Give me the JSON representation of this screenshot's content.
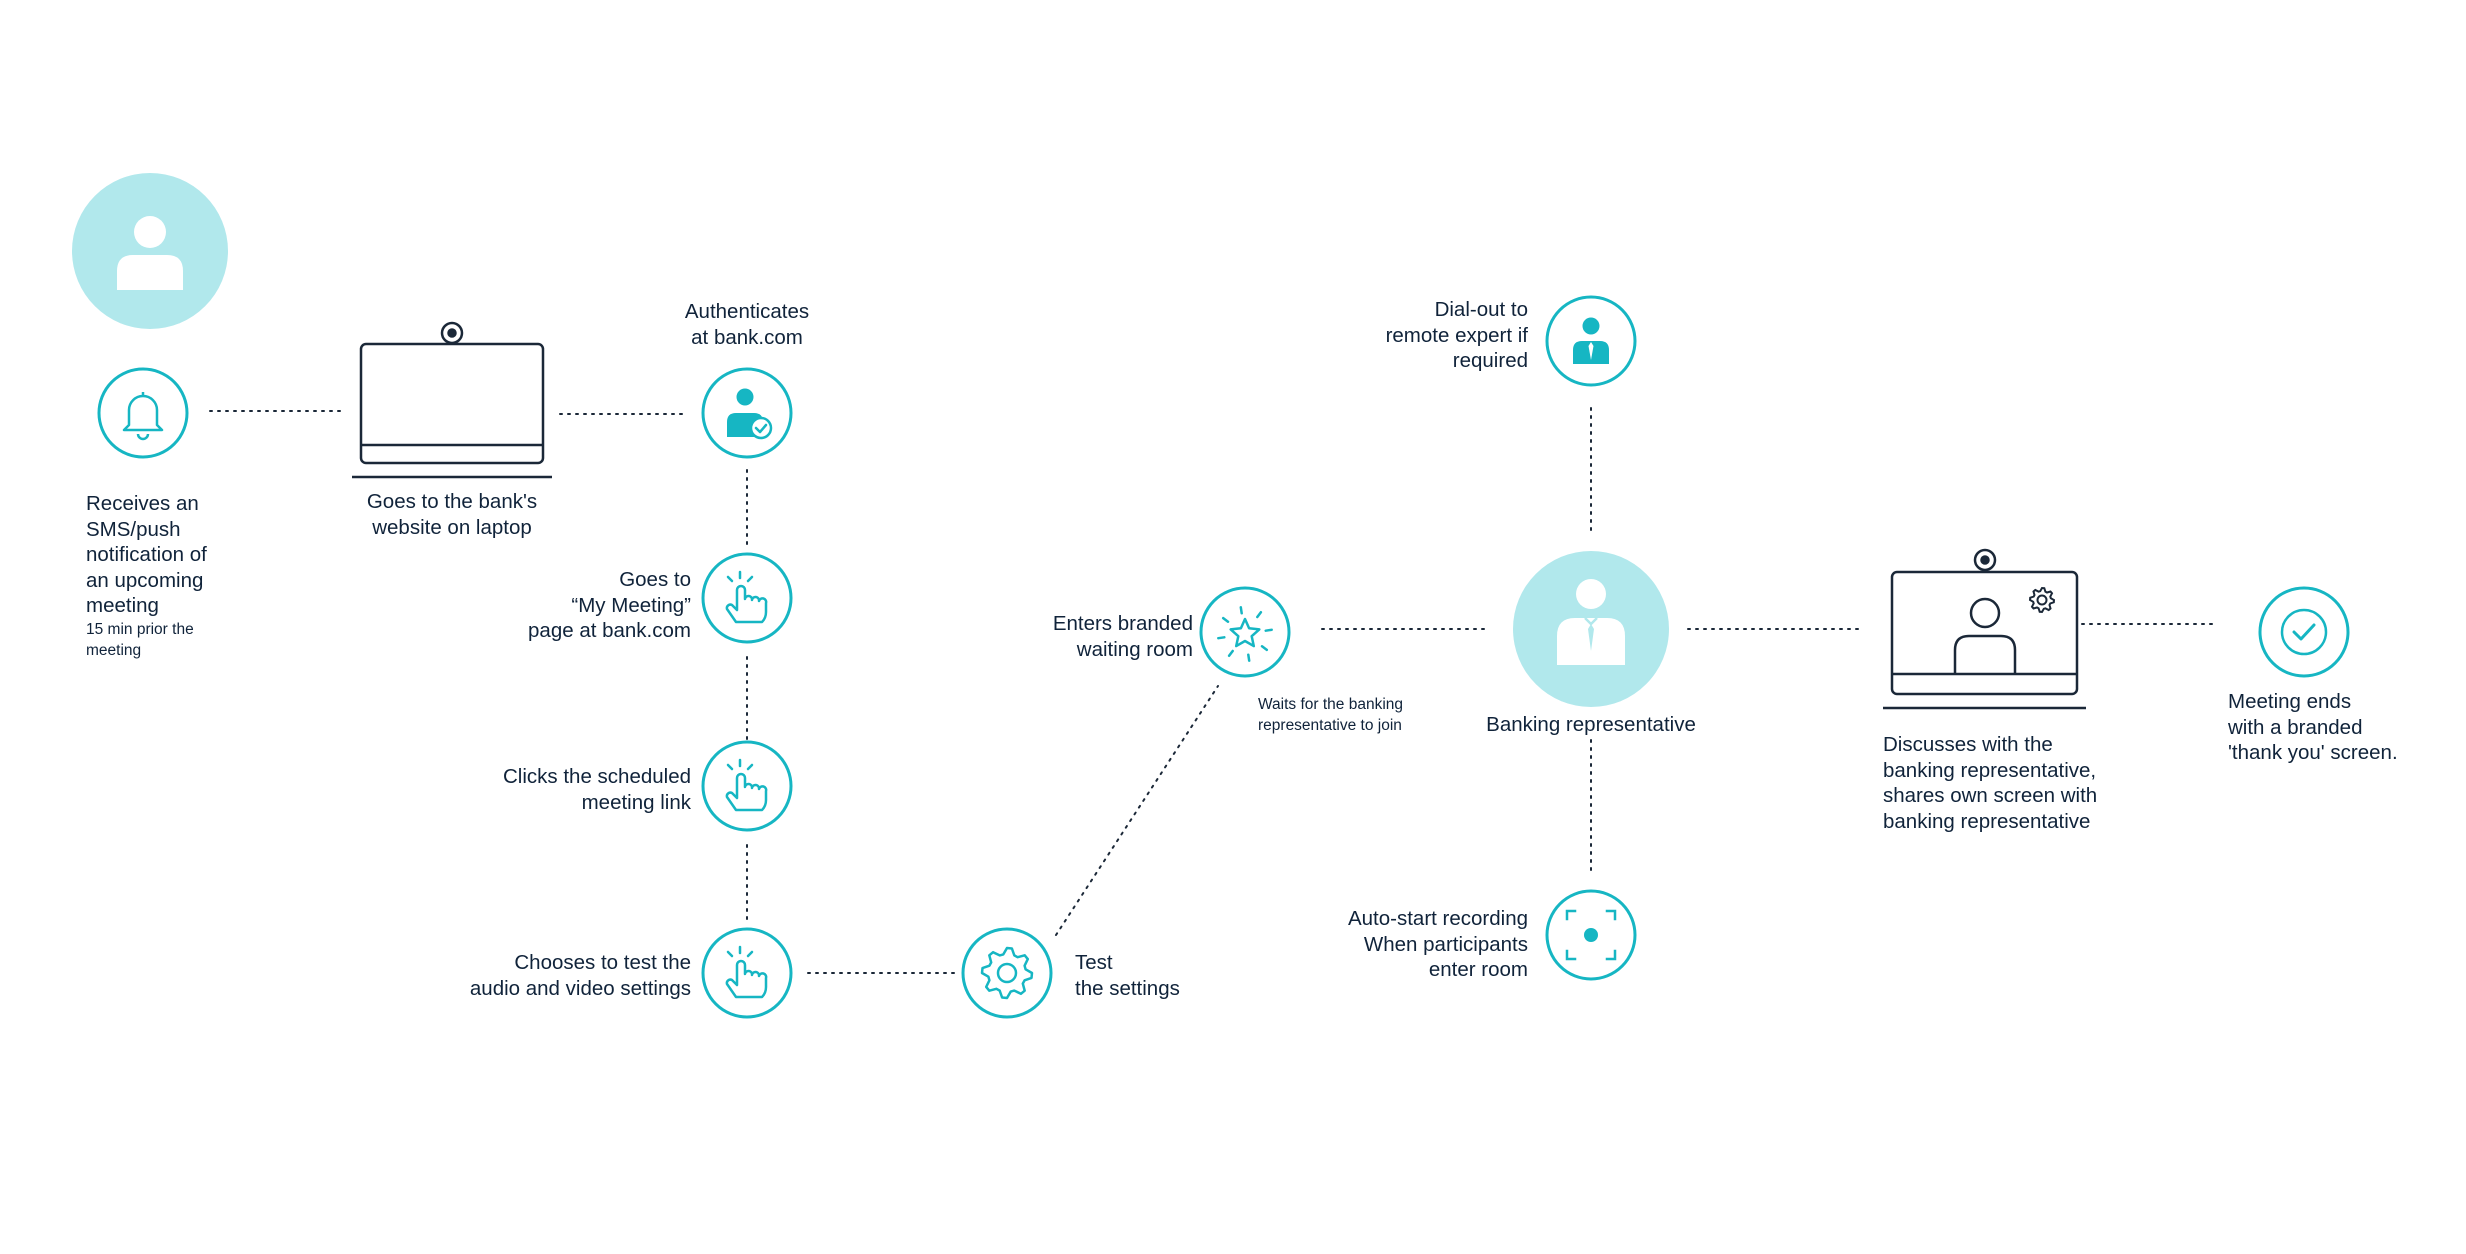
{
  "colors": {
    "accent": "#16b6c3",
    "avatar_fill": "#b1e8ec",
    "line": "#1b2838",
    "text": "#10233a"
  },
  "steps": {
    "notification": {
      "label": [
        "Receives an",
        "SMS/push",
        "notification of",
        "an upcoming",
        "meeting"
      ],
      "note": [
        "15 min prior the",
        "meeting"
      ],
      "icon": "bell-icon"
    },
    "laptop": {
      "label": [
        "Goes to the bank's",
        "website on laptop"
      ],
      "icon": "laptop-icon"
    },
    "authenticate": {
      "label": [
        "Authenticates",
        "at bank.com"
      ],
      "icon": "user-check-icon"
    },
    "my_meeting": {
      "label": [
        "Goes to",
        "“My Meeting”",
        "page at bank.com"
      ],
      "icon": "tap-icon"
    },
    "click_link": {
      "label": [
        "Clicks the scheduled",
        "meeting link"
      ],
      "icon": "tap-icon"
    },
    "test_choice": {
      "label": [
        "Chooses to test the",
        "audio and video settings"
      ],
      "icon": "tap-icon"
    },
    "test_settings": {
      "label": [
        "Test",
        "the settings"
      ],
      "icon": "gear-icon"
    },
    "waiting_room": {
      "label": [
        "Enters branded",
        "waiting room"
      ],
      "note": [
        "Waits for the banking",
        "representative to join"
      ],
      "icon": "star-icon"
    },
    "representative": {
      "label": [
        "Banking representative"
      ],
      "icon": "representative-icon"
    },
    "dial_out": {
      "label": [
        "Dial-out to",
        "remote expert if",
        "required"
      ],
      "icon": "expert-icon"
    },
    "recording": {
      "label": [
        "Auto-start recording",
        "When participants",
        "enter room"
      ],
      "icon": "record-icon"
    },
    "discussion": {
      "label": [
        "Discusses with the",
        "banking representative,",
        "shares own screen with",
        "banking representative"
      ],
      "icon": "video-screen-icon"
    },
    "end": {
      "label": [
        "Meeting ends",
        "with a branded",
        "'thank you' screen."
      ],
      "icon": "checkmark-icon"
    }
  }
}
